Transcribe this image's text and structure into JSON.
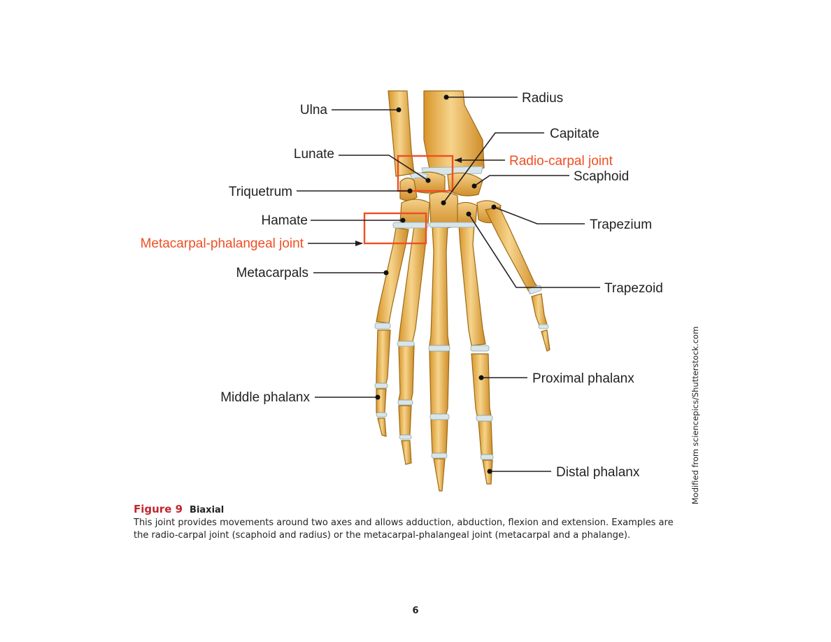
{
  "colors": {
    "accent_red": "#f04e23",
    "caption_red": "#c1272d",
    "text": "#231f20",
    "bone_light": "#f1c879",
    "bone_dark": "#c7861f",
    "cartilage": "#d9e6e9"
  },
  "labels": {
    "ulna": "Ulna",
    "radius": "Radius",
    "capitate": "Capitate",
    "lunate": "Lunate",
    "radio_carpal_joint": "Radio-carpal joint",
    "scaphoid": "Scaphoid",
    "triquetrum": "Triquetrum",
    "hamate": "Hamate",
    "trapezium": "Trapezium",
    "metacarpal_phalangeal_joint": "Metacarpal-phalangeal joint",
    "metacarpals": "Metacarpals",
    "trapezoid": "Trapezoid",
    "proximal_phalanx": "Proximal phalanx",
    "middle_phalanx": "Middle phalanx",
    "distal_phalanx": "Distal phalanx"
  },
  "credit": "Modified from sciencepics/Shutterstock.com",
  "caption": {
    "figure_number": "Figure 9",
    "title": "Biaxial",
    "text": "This joint provides movements around two axes and allows adduction, abduction, flexion and extension. Examples are the radio-carpal joint (scaphoid and radius) or the metacarpal-phalangeal joint (metacarpal and a phalange)."
  },
  "page_number": "6"
}
